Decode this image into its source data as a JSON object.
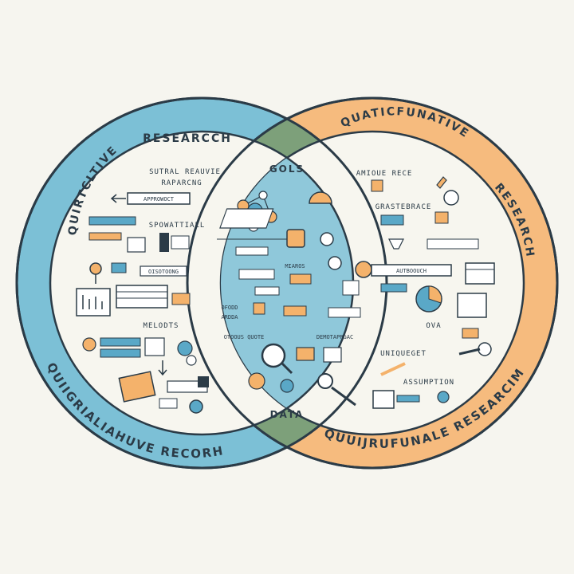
{
  "colors": {
    "background": "#f6f5ef",
    "left_ring": "#7cc0d6",
    "right_ring": "#f6bb7e",
    "overlap": "#7da07a",
    "inner_left": "#f7f6ef",
    "inner_center": "#8fc8da",
    "ink": "#2b3b47",
    "accent_orange": "#f4b26b",
    "accent_blue": "#5aa8c7"
  },
  "left_circle": {
    "top_label": "RESEARCCH",
    "arc_label": "QUIRTCLTIVE",
    "bottom_label": "QUIIGRIALIAHUVE RECORH",
    "notes": [
      "SUTRAL REAUVIE",
      "RAPARCNG",
      "APPROWOCT",
      "SPOWATTIALL",
      "OISOTOONG",
      "MELODTS"
    ]
  },
  "right_circle": {
    "top_label": "QUATICFUNATIVE",
    "arc_label": "RESEARCH",
    "bottom_label": "QUUIJRUFUNALE RESEARCIM",
    "notes": [
      "AMIOUE RECE",
      "GRASTEBRACE",
      "AUTBOOUCH",
      "OVA",
      "UNIQUEGET",
      "ASSUMPTION"
    ]
  },
  "overlap": {
    "top_label": "GOLS",
    "bottom_label": "DATA",
    "notes": [
      "MIAROS",
      "OTOOUS QUOTE",
      "DEMOTAPRGAC",
      "OFODD",
      "ARDDA"
    ]
  },
  "icons": [
    "network-icon",
    "magnifier-icon",
    "lightbulb-icon",
    "clipboard-icon",
    "chart-icon",
    "calendar-icon",
    "gear-icon",
    "pencil-icon",
    "document-icon",
    "pin-icon",
    "flag-icon",
    "arrow-icon"
  ]
}
